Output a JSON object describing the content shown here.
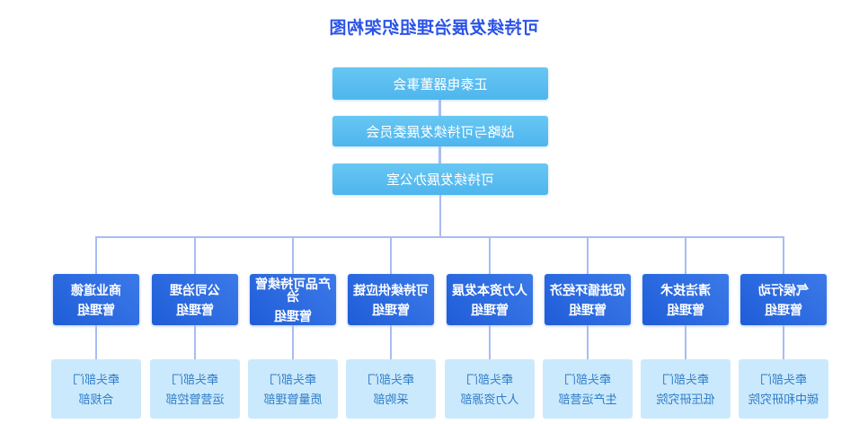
{
  "title": "可持续发展治理组织架构图",
  "colors": {
    "title_blue": "#2b53e8",
    "top_box_blue_top": "#68c7f2",
    "top_box_blue_bottom": "#4eb5ee",
    "group_box_blue_start": "#3c7ae9",
    "group_box_blue_end": "#1e5dd8",
    "lead_box_light_blue": "#cbe9fc",
    "lead_text_blue": "#2b7ac6",
    "connector_blue": "#a9bcf2",
    "background": "#ffffff"
  },
  "levels": [
    {
      "label": "正泰电器董事会"
    },
    {
      "label": "战略与可持续发展委员会"
    },
    {
      "label": "可持续发展办公室"
    }
  ],
  "columns": [
    {
      "group_line1": "气候行动",
      "group_line2": "管理组",
      "lead_label": "牵头部门",
      "department": "碳中和研究院"
    },
    {
      "group_line1": "清洁技术",
      "group_line2": "管理组",
      "lead_label": "牵头部门",
      "department": "低压研究院"
    },
    {
      "group_line1": "促进循环经济",
      "group_line2": "管理组",
      "lead_label": "牵头部门",
      "department": "生产运营部"
    },
    {
      "group_line1": "人力资本发展",
      "group_line2": "管理组",
      "lead_label": "牵头部门",
      "department": "人力资源部"
    },
    {
      "group_line1": "可持续供应链",
      "group_line2": "管理组",
      "lead_label": "牵头部门",
      "department": "采购部"
    },
    {
      "group_line1": "产品可持续管治",
      "group_line2": "管理组",
      "lead_label": "牵头部门",
      "department": "质量管理部"
    },
    {
      "group_line1": "公司治理",
      "group_line2": "管理组",
      "lead_label": "牵头部门",
      "department": "运营管控部"
    },
    {
      "group_line1": "商业道德",
      "group_line2": "管理组",
      "lead_label": "牵头部门",
      "department": "合规部"
    }
  ]
}
